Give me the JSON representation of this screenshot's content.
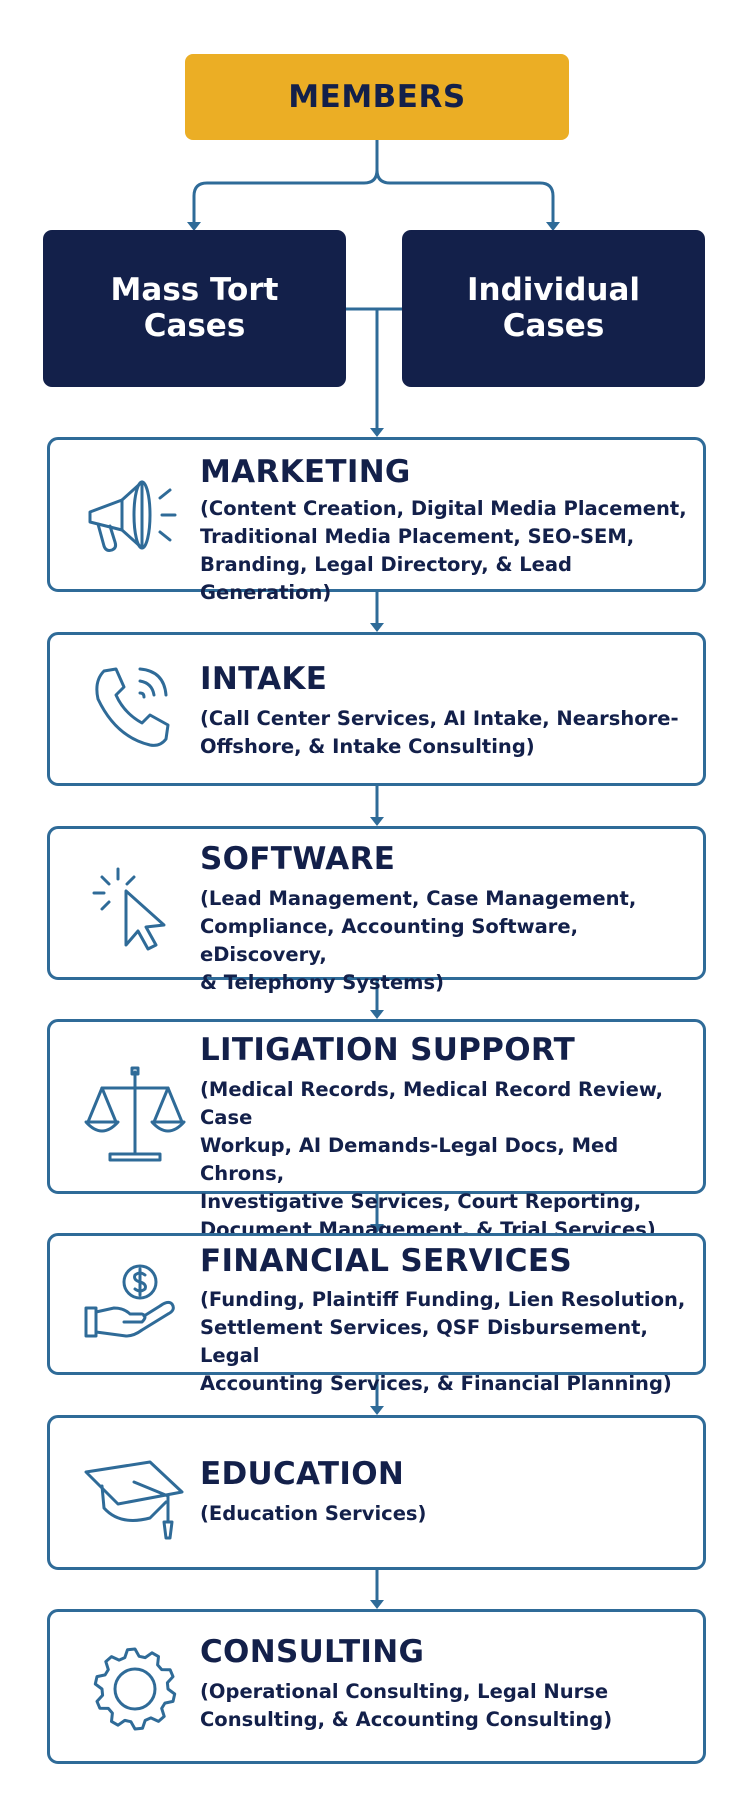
{
  "top": {
    "label": "MEMBERS"
  },
  "cases": [
    {
      "label": "Mass Tort\nCases"
    },
    {
      "label": "Individual\nCases"
    }
  ],
  "services": [
    {
      "title": "MARKETING",
      "desc": "(Content Creation, Digital Media Placement,\nTraditional Media Placement, SEO-SEM,\nBranding, Legal Directory, & Lead Generation)",
      "icon": "megaphone-icon"
    },
    {
      "title": "INTAKE",
      "desc": "(Call Center Services, AI Intake, Nearshore-\nOffshore, & Intake Consulting)",
      "icon": "phone-icon"
    },
    {
      "title": "SOFTWARE",
      "desc": "(Lead Management, Case Management,\nCompliance, Accounting Software, eDiscovery,\n& Telephony Systems)",
      "icon": "cursor-click-icon"
    },
    {
      "title": "LITIGATION SUPPORT",
      "desc": "(Medical Records, Medical Record Review, Case\nWorkup, AI Demands-Legal Docs, Med Chrons,\nInvestigative Services, Court Reporting,\nDocument Management, & Trial Services)",
      "icon": "scales-icon"
    },
    {
      "title": "FINANCIAL SERVICES",
      "desc": "(Funding, Plaintiff Funding, Lien Resolution,\nSettlement Services, QSF Disbursement, Legal\nAccounting Services, & Financial Planning)",
      "icon": "hand-dollar-icon"
    },
    {
      "title": "EDUCATION",
      "desc": "(Education Services)",
      "icon": "graduation-cap-icon"
    },
    {
      "title": "CONSULTING",
      "desc": "(Operational Consulting, Legal Nurse\nConsulting, & Accounting Consulting)",
      "icon": "gear-icon"
    }
  ],
  "colors": {
    "navy": "#13204a",
    "gold": "#ebae25",
    "line": "#2f6b98"
  }
}
